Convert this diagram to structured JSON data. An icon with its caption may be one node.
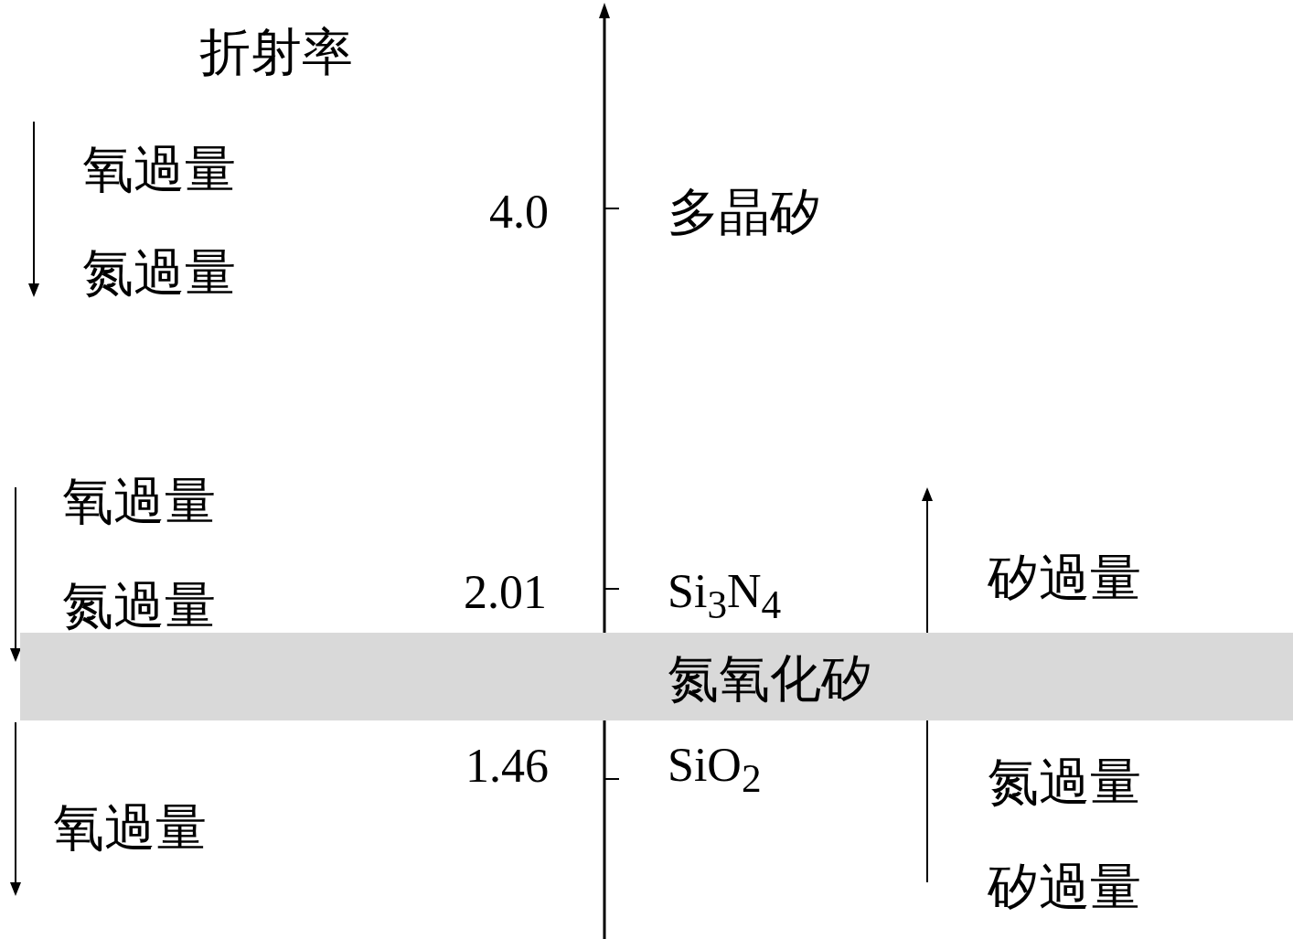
{
  "diagram": {
    "nodes": [
      {
        "text": [
          "氮氧化矽"
        ]
      }
    ],
    "labels": [
      "折射率",
      "氧過量",
      "氮過量",
      "4.0",
      "多晶矽",
      "氧過量",
      "矽過量",
      "氮過量",
      "2.01",
      "Si$_{3}$N$_{4}$",
      "1.46",
      "SiO$_{2}$",
      "氮過量",
      "氧過量",
      "矽過量"
    ]
  }
}
